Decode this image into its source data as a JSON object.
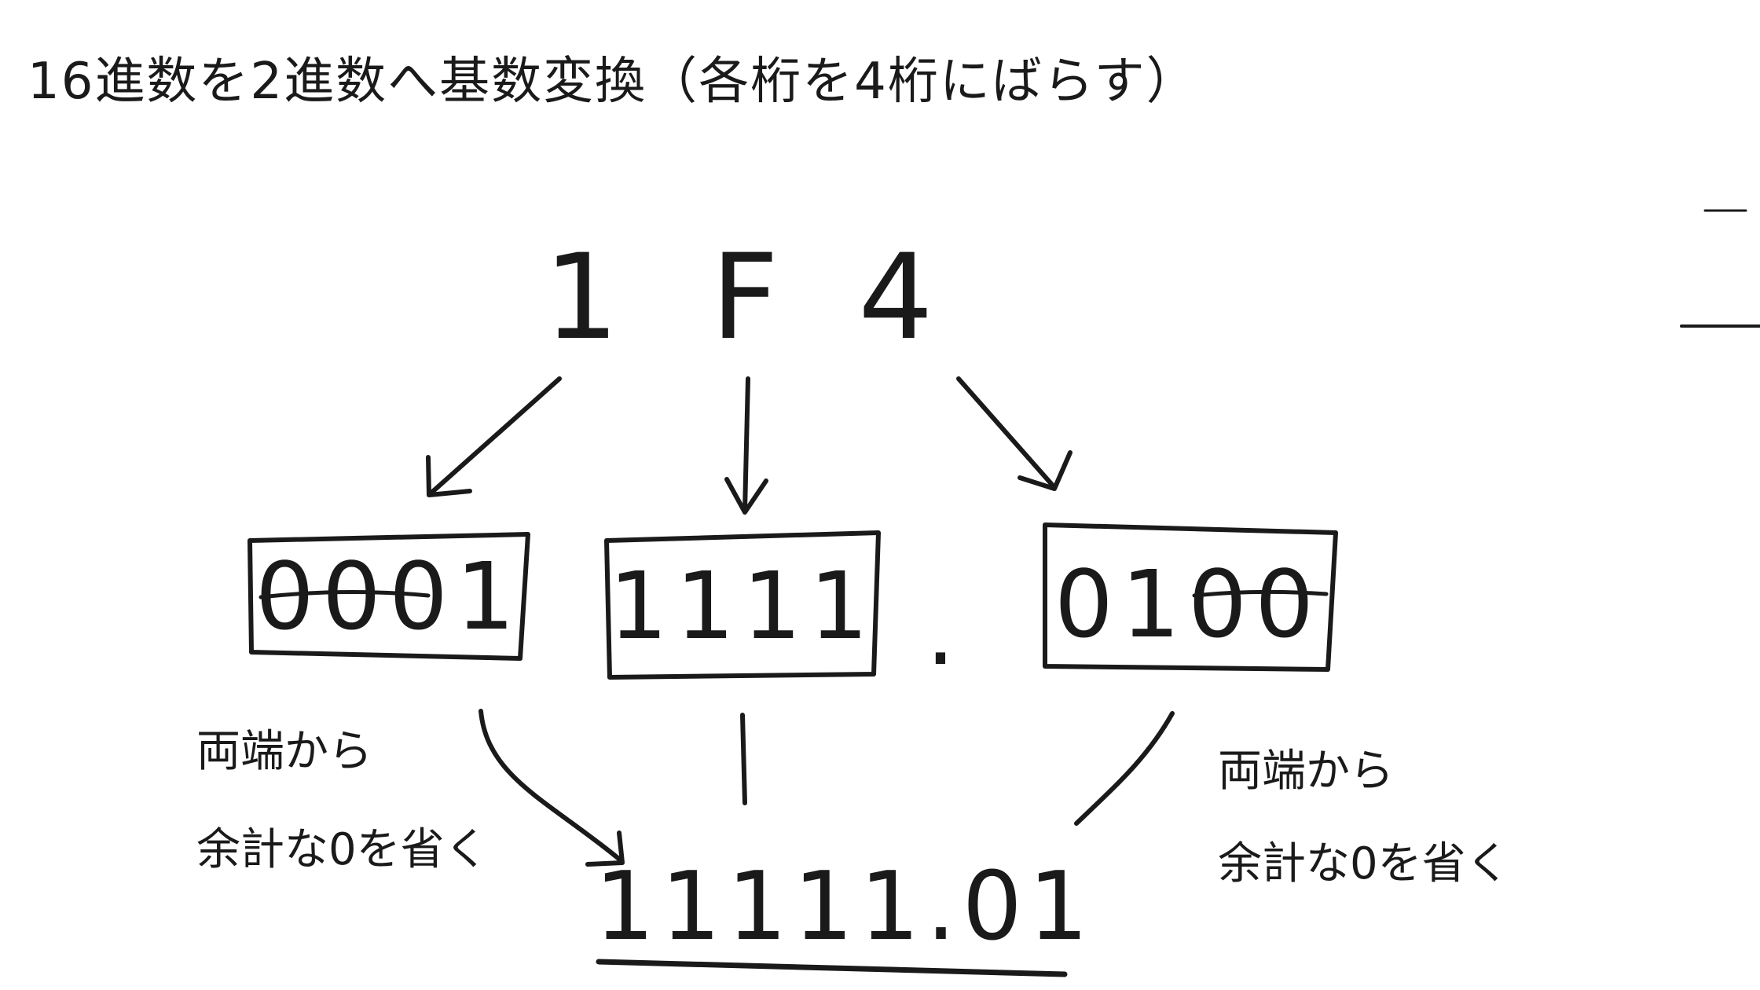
{
  "title": "16進数を2進数へ基数変換（各桁を4桁にばらす）",
  "hex_digits": [
    "1",
    "F",
    "4"
  ],
  "binary_groups": [
    "0001",
    "1111",
    "0100"
  ],
  "decimal_point": ".",
  "notes": {
    "left_line1": "両端から",
    "left_line2": "余計な0を省く",
    "right_line1": "両端から",
    "right_line2": "余計な0を省く"
  },
  "result": "11111.01"
}
